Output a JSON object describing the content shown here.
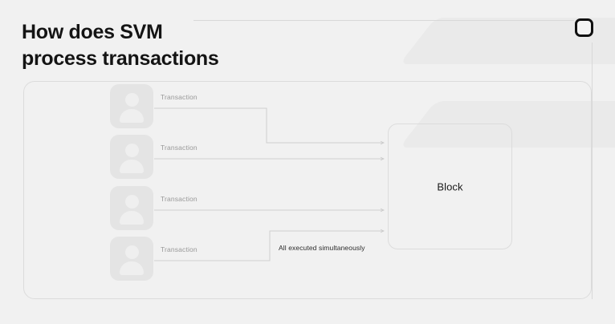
{
  "slide": {
    "title": "How does SVM\nprocess transactions",
    "background_color": "#f1f1f1",
    "accent_color": "#111111"
  },
  "header": {
    "logo_name": "octagon-ring-logo",
    "divider_name": "header-divider"
  },
  "diagram": {
    "rows": [
      {
        "avatar": "user-avatar-icon",
        "label": "Transaction"
      },
      {
        "avatar": "user-avatar-icon",
        "label": "Transaction"
      },
      {
        "avatar": "user-avatar-icon",
        "label": "Transaction"
      },
      {
        "avatar": "user-avatar-icon",
        "label": "Transaction"
      }
    ],
    "block": {
      "label": "Block"
    },
    "annotation": "All executed simultaneously",
    "connector_color": "#c9c9c9"
  }
}
